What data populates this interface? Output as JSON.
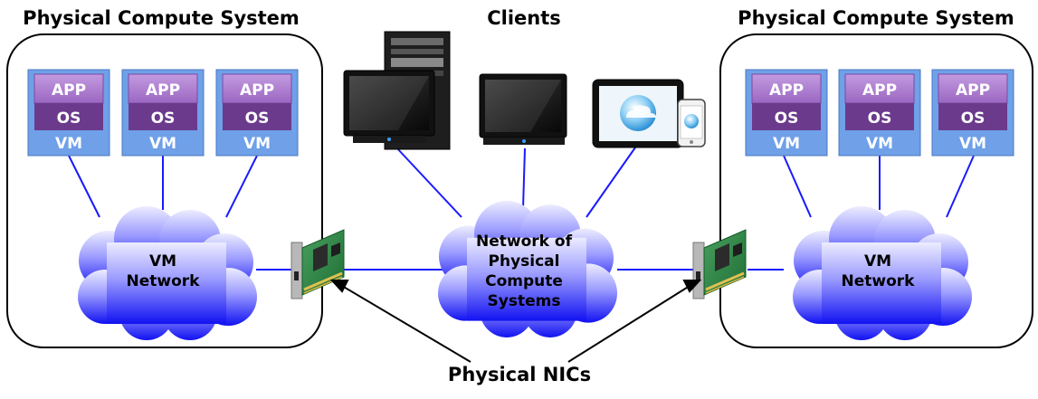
{
  "labels": {
    "left_system": "Physical Compute System",
    "right_system": "Physical Compute System",
    "clients": "Clients",
    "nics": "Physical NICs"
  },
  "vm_stack": {
    "app": "APP",
    "os": "OS",
    "vm": "VM"
  },
  "clouds": {
    "left": [
      "VM",
      "Network"
    ],
    "center": [
      "Network of",
      "Physical",
      "Compute",
      "Systems"
    ],
    "right": [
      "VM",
      "Network"
    ]
  },
  "colors": {
    "vm_box": "#6fa0e8",
    "app_layer": "#a570c8",
    "os_layer": "#6b3a8c",
    "link": "#1a1aff",
    "cloud_top": "#eaeaff",
    "cloud_bottom": "#1414f5"
  }
}
